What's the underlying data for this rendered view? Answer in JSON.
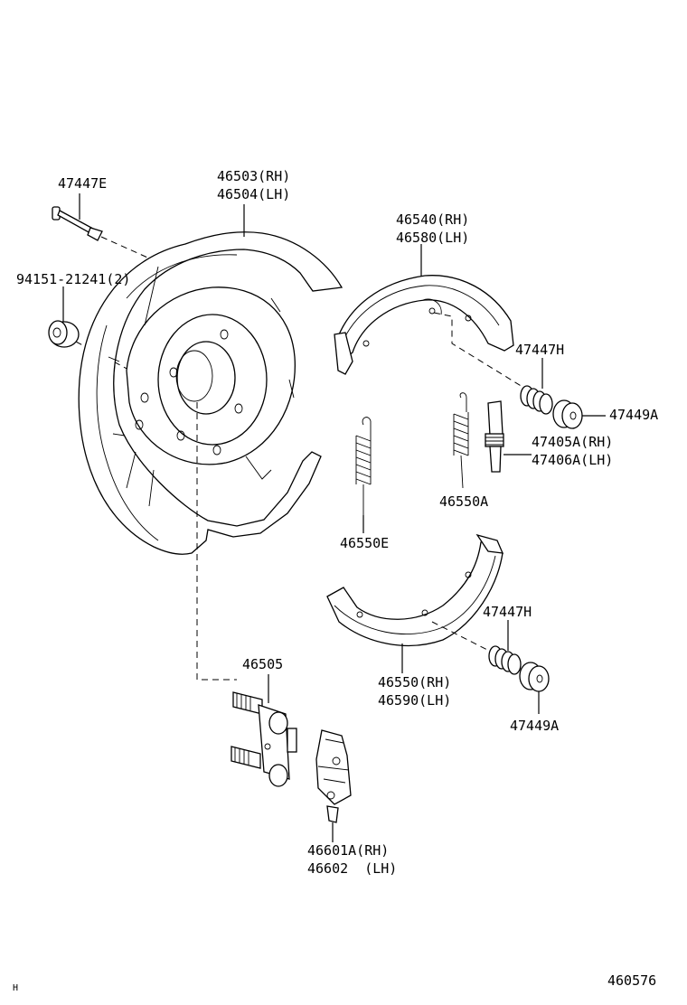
{
  "labels": {
    "p47447E": "47447E",
    "p46503": "46503(RH)",
    "p46504": "46504(LH)",
    "p94151": "94151-21241(2)",
    "p46540": "46540(RH)",
    "p46580": "46580(LH)",
    "p47447H_top": "47447H",
    "p47449A_top": "47449A",
    "p47405A": "47405A(RH)",
    "p47406A": "47406A(LH)",
    "p46550A": "46550A",
    "p46550E": "46550E",
    "p47447H_bot": "47447H",
    "p46550": "46550(RH)",
    "p46590": "46590(LH)",
    "p47449A_bot": "47449A",
    "p46505": "46505",
    "p46601A": "46601A(RH)",
    "p46602": "46602  (LH)",
    "corner_mark": "H",
    "figure_id": "460576"
  }
}
